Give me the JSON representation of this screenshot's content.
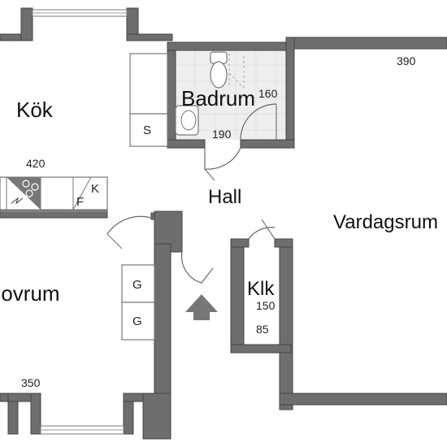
{
  "rooms": {
    "kok": "Kök",
    "badrum": "Badrum",
    "hall": "Hall",
    "vardagsrum": "Vardagsrum",
    "sovrum": "Sovrum",
    "klk": "Klk"
  },
  "dimensions": {
    "d390": "390",
    "d160": "160",
    "d190": "190",
    "d420": "420",
    "d150": "150",
    "d85": "85",
    "d350": "350"
  },
  "symbols": {
    "s": "S",
    "k": "K",
    "f": "F",
    "g1": "G",
    "g2": "G"
  }
}
